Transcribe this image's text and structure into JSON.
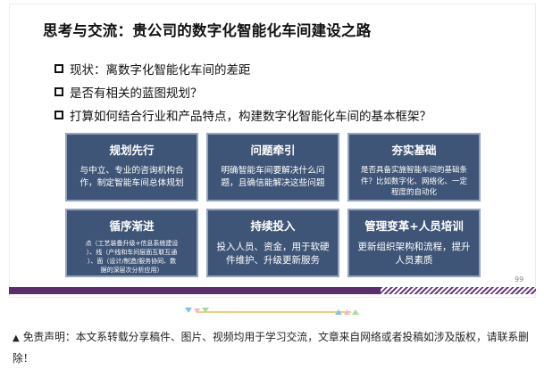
{
  "slide": {
    "title": "思考与交流：贵公司的数字化智能化车间建设之路",
    "bullets": [
      "现状：离数字化智能化车间的差距",
      "是否有相关的蓝图规划？",
      "打算如何结合行业和产品特点，构建数字化智能化车间的基本框架？"
    ],
    "cards": [
      {
        "title": "规划先行",
        "text": "与中立、专业的咨询机构合\n作，制定智能车间总体规划"
      },
      {
        "title": "问题牵引",
        "text": "明确智能车间要解决什么问\n题，且确信能解决这些问题"
      },
      {
        "title": "夯实基础",
        "text": "是否具备实施智能车间的基础条\n件？比如数字化、网络化、一定\n程度的自动化"
      },
      {
        "title": "循序渐进",
        "text": "点（工艺装备升级+信息系统建设\n）、线（产线和车间层面互联互通\n）、面（设计/制造/服务协同、数\n据的深层次分析应用）"
      },
      {
        "title": "持续投入",
        "text": "投入人员、资金，用于软硬\n件维护、升级更新服务"
      },
      {
        "title": "管理变革+人员培训",
        "text": "更新组织架构和流程，提升\n人员素质"
      }
    ],
    "page_number": "99"
  },
  "disclaimer": {
    "marker": "▲",
    "text": "免责声明：本文系转载分享稿件、图片、视频均用于学习交流，文章来自网络或者投稿如涉及版权，请联系删除！"
  },
  "colors": {
    "card_bg": "#3f5577",
    "card_border": "#93a3bd",
    "footer_bar": "#5a2d6e"
  }
}
